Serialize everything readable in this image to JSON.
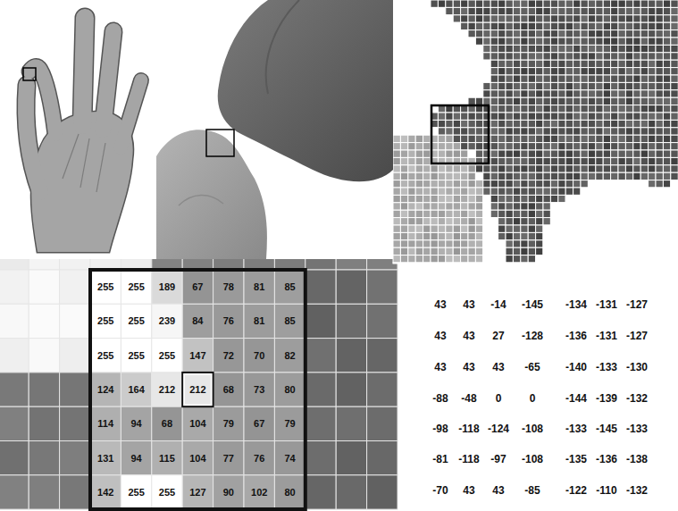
{
  "diagram": {
    "labels": [
      "255",
      "255",
      "189",
      "67",
      "78",
      "81",
      "85",
      "255",
      "255",
      "239",
      "84",
      "76",
      "81",
      "85",
      "255",
      "255",
      "255",
      "147",
      "72",
      "70",
      "82",
      "124",
      "164",
      "212",
      "212",
      "68",
      "73",
      "80",
      "114",
      "94",
      "68",
      "104",
      "79",
      "67",
      "79",
      "131",
      "94",
      "115",
      "104",
      "77",
      "76",
      "74",
      "142",
      "255",
      "255",
      "127",
      "90",
      "102",
      "80",
      "43",
      "43",
      "-14",
      "-145",
      "-134",
      "-131",
      "-127",
      "43",
      "43",
      "27",
      "-128",
      "-136",
      "-131",
      "-127",
      "43",
      "43",
      "43",
      "-65",
      "-140",
      "-133",
      "-130",
      "-88",
      "-48",
      "0",
      "0",
      "-144",
      "-139",
      "-132",
      "-98",
      "-118",
      "-124",
      "-108",
      "-133",
      "-145",
      "-133",
      "-81",
      "-118",
      "-97",
      "-108",
      "-135",
      "-136",
      "-138",
      "-70",
      "43",
      "43",
      "-85",
      "-122",
      "-110",
      "-132"
    ]
  }
}
